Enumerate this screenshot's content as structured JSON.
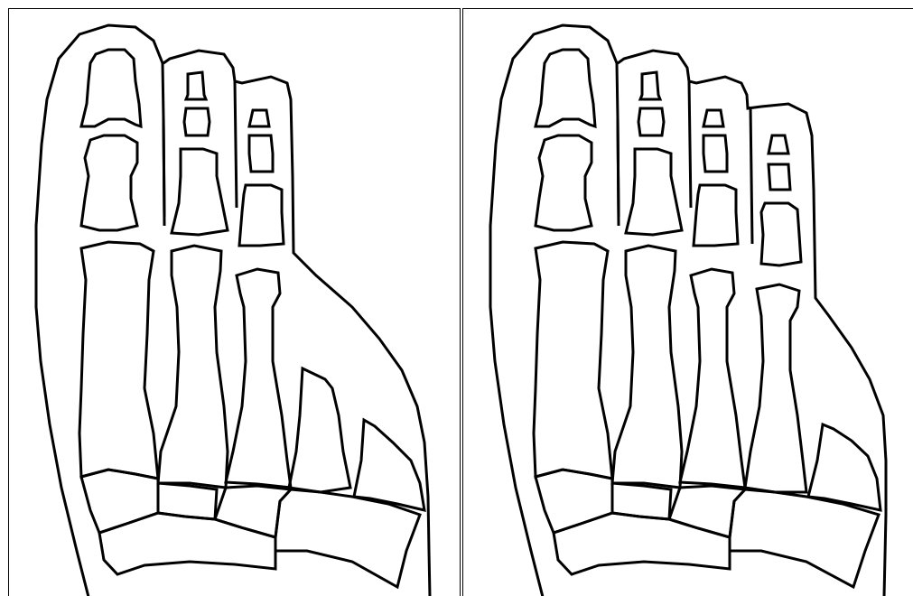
{
  "figure": {
    "panels": [
      {
        "id": "left",
        "visible_toes": 3
      },
      {
        "id": "right",
        "visible_toes": 4
      }
    ],
    "colors": {
      "background": "#ffffff",
      "line": "#000000"
    }
  }
}
